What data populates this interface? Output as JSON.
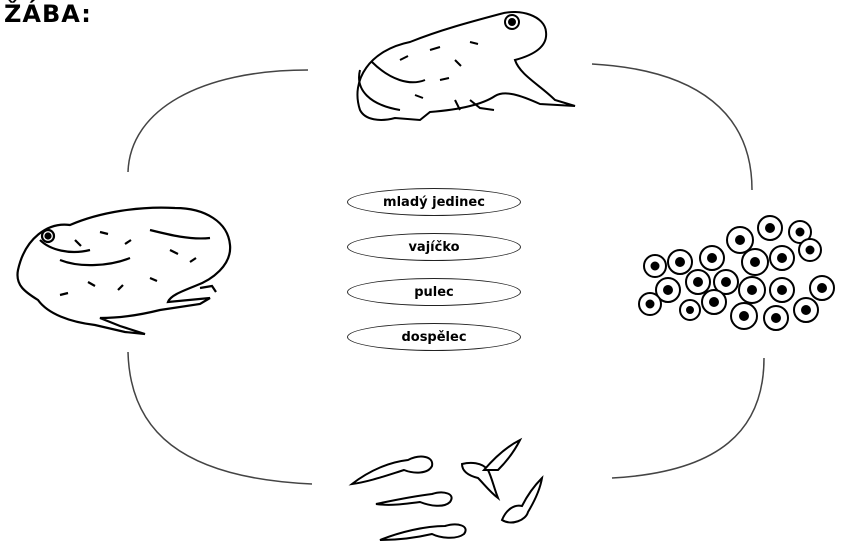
{
  "title": "ŽÁBA:",
  "labels": [
    "mladý jedinec",
    "vajíčko",
    "pulec",
    "dospělec"
  ]
}
